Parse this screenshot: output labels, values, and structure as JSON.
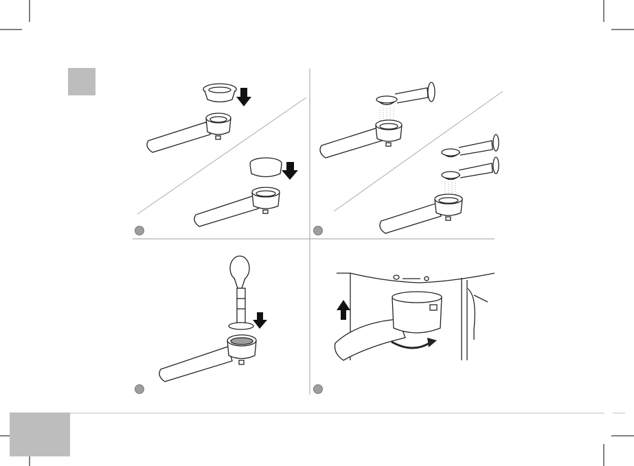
{
  "page": {
    "background": "#ffffff",
    "accent_grey": "#bdbdbd",
    "rule_color": "#9e9e9e"
  },
  "panels": [
    {
      "id": "panel-1",
      "content": "insert-filter-into-holder",
      "icons": [
        "filter-basket-icon",
        "down-arrow-icon",
        "portafilter-icon"
      ]
    },
    {
      "id": "panel-2",
      "content": "dose-coffee-with-measuring-spoon",
      "icons": [
        "measuring-spoon-icon",
        "portafilter-icon"
      ]
    },
    {
      "id": "panel-3",
      "content": "tamp-coffee",
      "icons": [
        "tamper-icon",
        "down-arrow-icon",
        "portafilter-icon"
      ]
    },
    {
      "id": "panel-4",
      "content": "lock-portafilter-into-machine",
      "icons": [
        "up-arrow-icon",
        "rotate-arrow-icon",
        "machine-icon",
        "portafilter-icon"
      ]
    }
  ]
}
